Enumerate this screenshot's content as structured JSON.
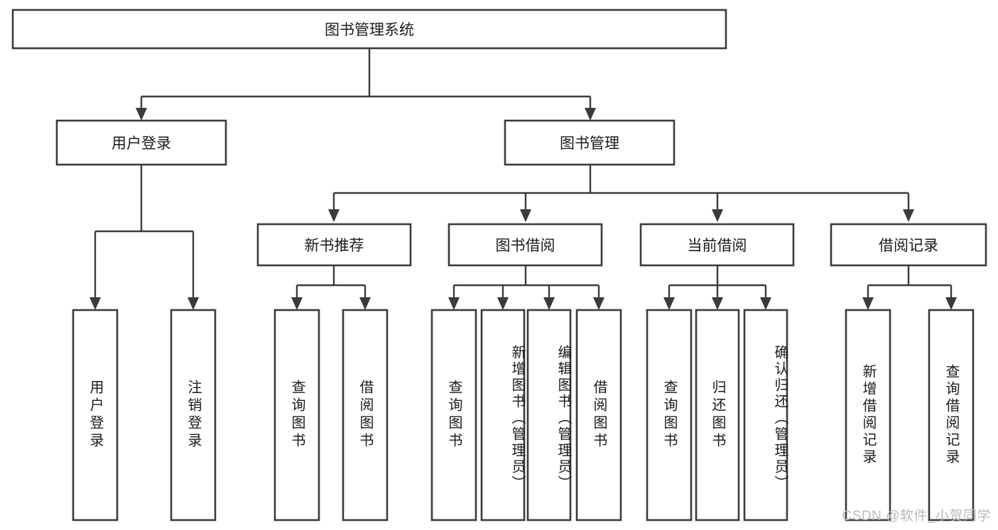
{
  "diagram": {
    "type": "tree",
    "title": "图书管理系统",
    "watermark": "CSDN @软件_小贺同学",
    "colors": {
      "stroke": "#3b3b3b",
      "fill": "#ffffff",
      "text": "#1b1b1b",
      "watermark": "#b9b9b9"
    },
    "root": {
      "label": "图书管理系统",
      "orientation": "horizontal"
    },
    "level2": [
      {
        "label": "用户登录",
        "orientation": "horizontal"
      },
      {
        "label": "图书管理",
        "orientation": "horizontal"
      }
    ],
    "level3": [
      {
        "label": "新书推荐",
        "orientation": "horizontal"
      },
      {
        "label": "图书借阅",
        "orientation": "horizontal"
      },
      {
        "label": "当前借阅",
        "orientation": "horizontal"
      },
      {
        "label": "借阅记录",
        "orientation": "horizontal"
      }
    ],
    "leaves": {
      "user_login": [
        {
          "label": "用户登录",
          "orientation": "vertical"
        },
        {
          "label": "注销登录",
          "orientation": "vertical"
        }
      ],
      "new_book_recommend": [
        {
          "label": "查询图书",
          "orientation": "vertical"
        },
        {
          "label": "借阅图书",
          "orientation": "vertical"
        }
      ],
      "book_borrow": [
        {
          "label": "查询图书",
          "orientation": "vertical"
        },
        {
          "label": "新增图书（管理员）",
          "orientation": "vertical"
        },
        {
          "label": "编辑图书（管理员）",
          "orientation": "vertical"
        },
        {
          "label": "借阅图书",
          "orientation": "vertical"
        }
      ],
      "current_borrow": [
        {
          "label": "查询图书",
          "orientation": "vertical"
        },
        {
          "label": "归还图书",
          "orientation": "vertical"
        },
        {
          "label": "确认归还（管理员）",
          "orientation": "vertical"
        }
      ],
      "borrow_record": [
        {
          "label": "新增借阅记录",
          "orientation": "vertical"
        },
        {
          "label": "查询借阅记录",
          "orientation": "vertical"
        }
      ]
    }
  }
}
